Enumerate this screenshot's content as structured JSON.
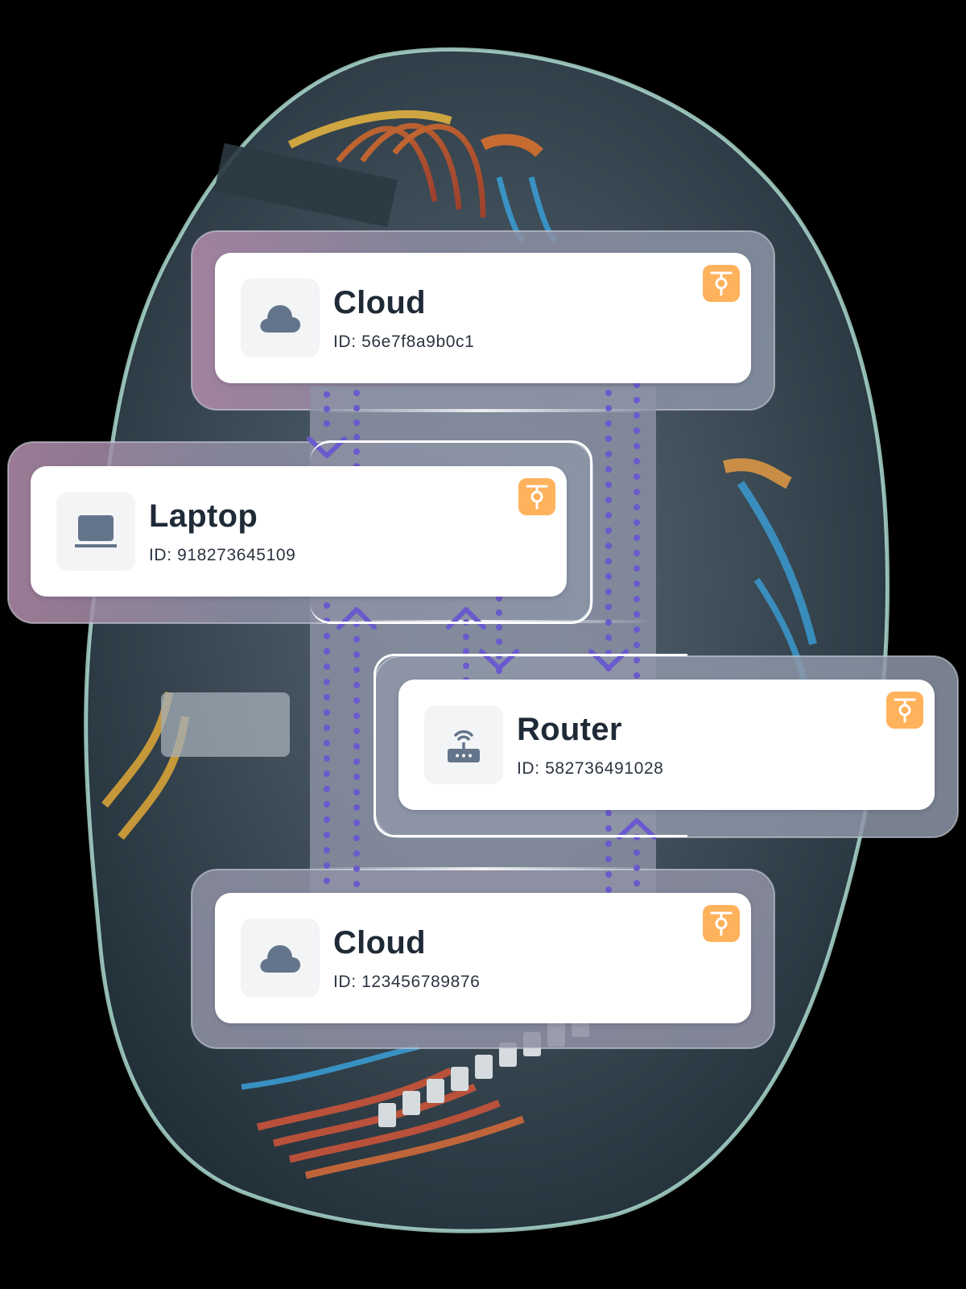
{
  "diagram": {
    "colors": {
      "background": "#000000",
      "card": "#ffffff",
      "title_text": "#1f2a37",
      "id_text": "#2b3440",
      "icon_tile": "#f3f4f6",
      "icon_glyph": "#64748b",
      "badge": "#ffb25c",
      "connector": "#6a5acd"
    },
    "nodes": [
      {
        "label": "Cloud",
        "id_text": "ID: 56e7f8a9b0c1",
        "icon": "cloud-icon",
        "badge_icon": "connector-node-icon"
      },
      {
        "label": "Laptop",
        "id_text": "ID: 918273645109",
        "icon": "laptop-icon",
        "badge_icon": "connector-node-icon"
      },
      {
        "label": "Router",
        "id_text": "ID: 582736491028",
        "icon": "router-icon",
        "badge_icon": "connector-node-icon"
      },
      {
        "label": "Cloud",
        "id_text": "ID: 123456789876",
        "icon": "cloud-icon",
        "badge_icon": "connector-node-icon"
      }
    ],
    "edges": [
      {
        "from": "Cloud (56e7f8a9b0c1)",
        "to": "Laptop",
        "direction": "down"
      },
      {
        "from": "Laptop",
        "to": "Cloud (56e7f8a9b0c1)",
        "direction": "up"
      },
      {
        "from": "Laptop",
        "to": "Router",
        "direction": "down"
      },
      {
        "from": "Router",
        "to": "Laptop",
        "direction": "up"
      },
      {
        "from": "Cloud (56e7f8a9b0c1)",
        "to": "Router",
        "direction": "down"
      },
      {
        "from": "Cloud (123456789876)",
        "to": "Router",
        "direction": "up"
      }
    ]
  }
}
